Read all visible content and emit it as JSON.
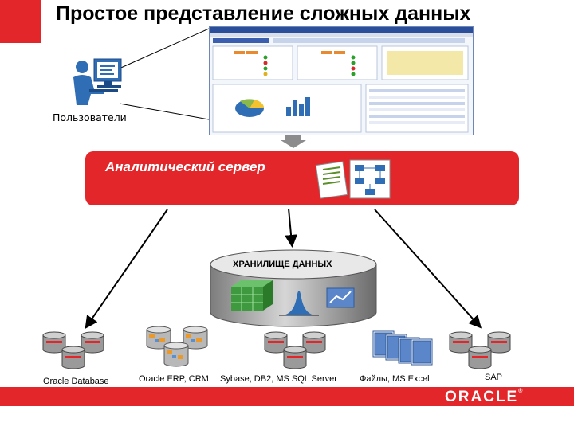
{
  "title": "Простое представление сложных данных",
  "users": {
    "label": "Пользователи"
  },
  "server": {
    "label": "Аналитический сервер"
  },
  "warehouse": {
    "label": "ХРАНИЛИЩЕ ДАННЫХ"
  },
  "sources": [
    {
      "label": "Oracle Database"
    },
    {
      "label": "Oracle ERP, CRM"
    },
    {
      "label": "Sybase, DB2, MS SQL Server"
    },
    {
      "label": "Файлы, MS Excel"
    },
    {
      "label": "SAP"
    }
  ],
  "footer": {
    "logo": "ORACLE"
  },
  "colors": {
    "accent": "#e3262a",
    "blue": "#2f6db5"
  }
}
